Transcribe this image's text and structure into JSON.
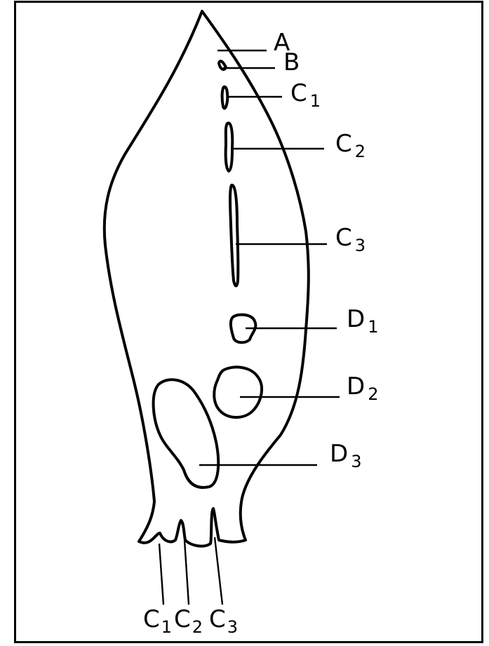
{
  "labels": {
    "A": "A",
    "B": "B",
    "C1": {
      "main": "C",
      "sub": "1"
    },
    "C2": {
      "main": "C",
      "sub": "2"
    },
    "C3": {
      "main": "C",
      "sub": "3"
    },
    "D1": {
      "main": "D",
      "sub": "1"
    },
    "D2": {
      "main": "D",
      "sub": "2"
    },
    "D3": {
      "main": "D",
      "sub": "3"
    },
    "bottom": [
      {
        "main": "C",
        "sub": "1"
      },
      {
        "main": "C",
        "sub": "2"
      },
      {
        "main": "C",
        "sub": "3"
      }
    ]
  }
}
